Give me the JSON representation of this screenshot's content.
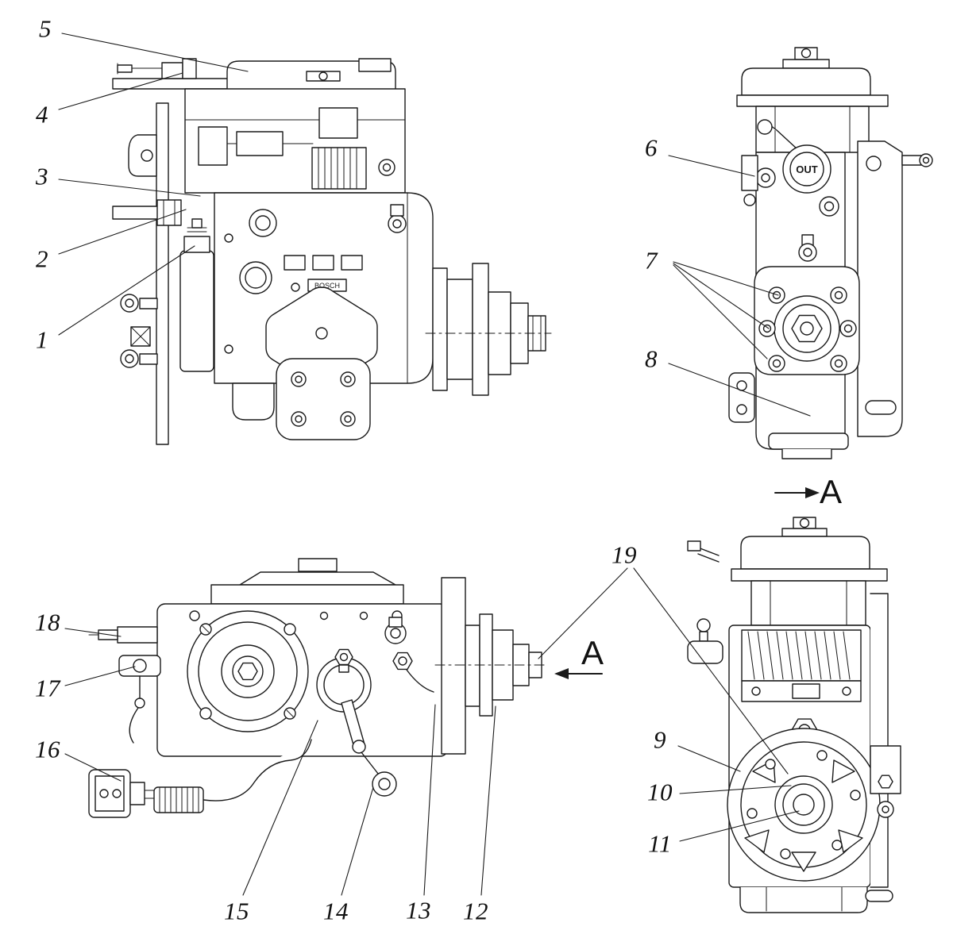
{
  "diagram": {
    "description": "Multi-view technical line drawing of a distributor-type fuel injection pump with numbered part callouts and view direction A",
    "callouts": {
      "c1": "1",
      "c2": "2",
      "c3": "3",
      "c4": "4",
      "c5": "5",
      "c6": "6",
      "c7": "7",
      "c8": "8",
      "c9": "9",
      "c10": "10",
      "c11": "11",
      "c12": "12",
      "c13": "13",
      "c14": "14",
      "c15": "15",
      "c16": "16",
      "c17": "17",
      "c18": "18",
      "c19": "19"
    },
    "view_markers": {
      "direction_arrow_label": "A",
      "view_label": "A"
    },
    "embedded_text": {
      "outlet_port": "OUT",
      "brand": "BOSCH"
    }
  }
}
